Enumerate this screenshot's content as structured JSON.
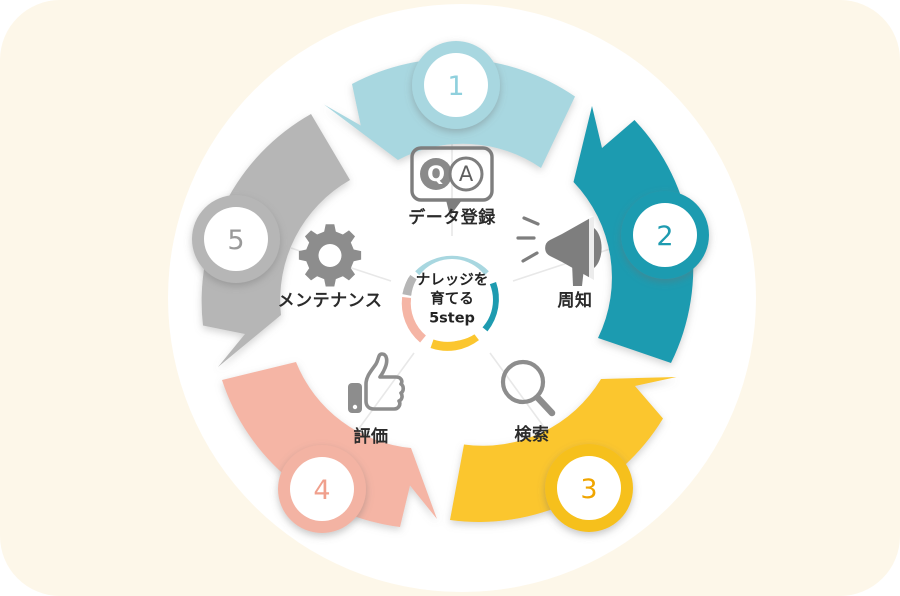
{
  "diagram": {
    "title_center": {
      "line1": "ナレッジを",
      "line2": "育てる",
      "line3": "5step"
    },
    "steps": [
      {
        "number": "1",
        "label": "データ登録",
        "icon": "qa-speech-bubble-icon",
        "color": "#a8d7e0",
        "ring_color": "#a8d7e0",
        "number_color": "#8fd0dd"
      },
      {
        "number": "2",
        "label": "周知",
        "icon": "megaphone-icon",
        "color": "#1e9bb0",
        "ring_color": "#1e9bb0",
        "number_color": "#1e9bb0"
      },
      {
        "number": "3",
        "label": "検索",
        "icon": "magnifier-icon",
        "color": "#fbc62f",
        "ring_color": "#f6c01e",
        "number_color": "#f0a500"
      },
      {
        "number": "4",
        "label": "評価",
        "icon": "thumbs-up-icon",
        "color": "#f5b5a5",
        "ring_color": "#f3b3a3",
        "number_color": "#f0a08d"
      },
      {
        "number": "5",
        "label": "メンテナンス",
        "icon": "gear-icon",
        "color": "#b6b6b6",
        "ring_color": "#b6b6b6",
        "number_color": "#9a9a9a"
      }
    ],
    "palette": {
      "background": "#fdf7e9",
      "disc": "#ffffff",
      "icon_gray": "#7a7a7a",
      "label_text": "#2b2b2b",
      "divider": "#e6e6e6"
    }
  }
}
